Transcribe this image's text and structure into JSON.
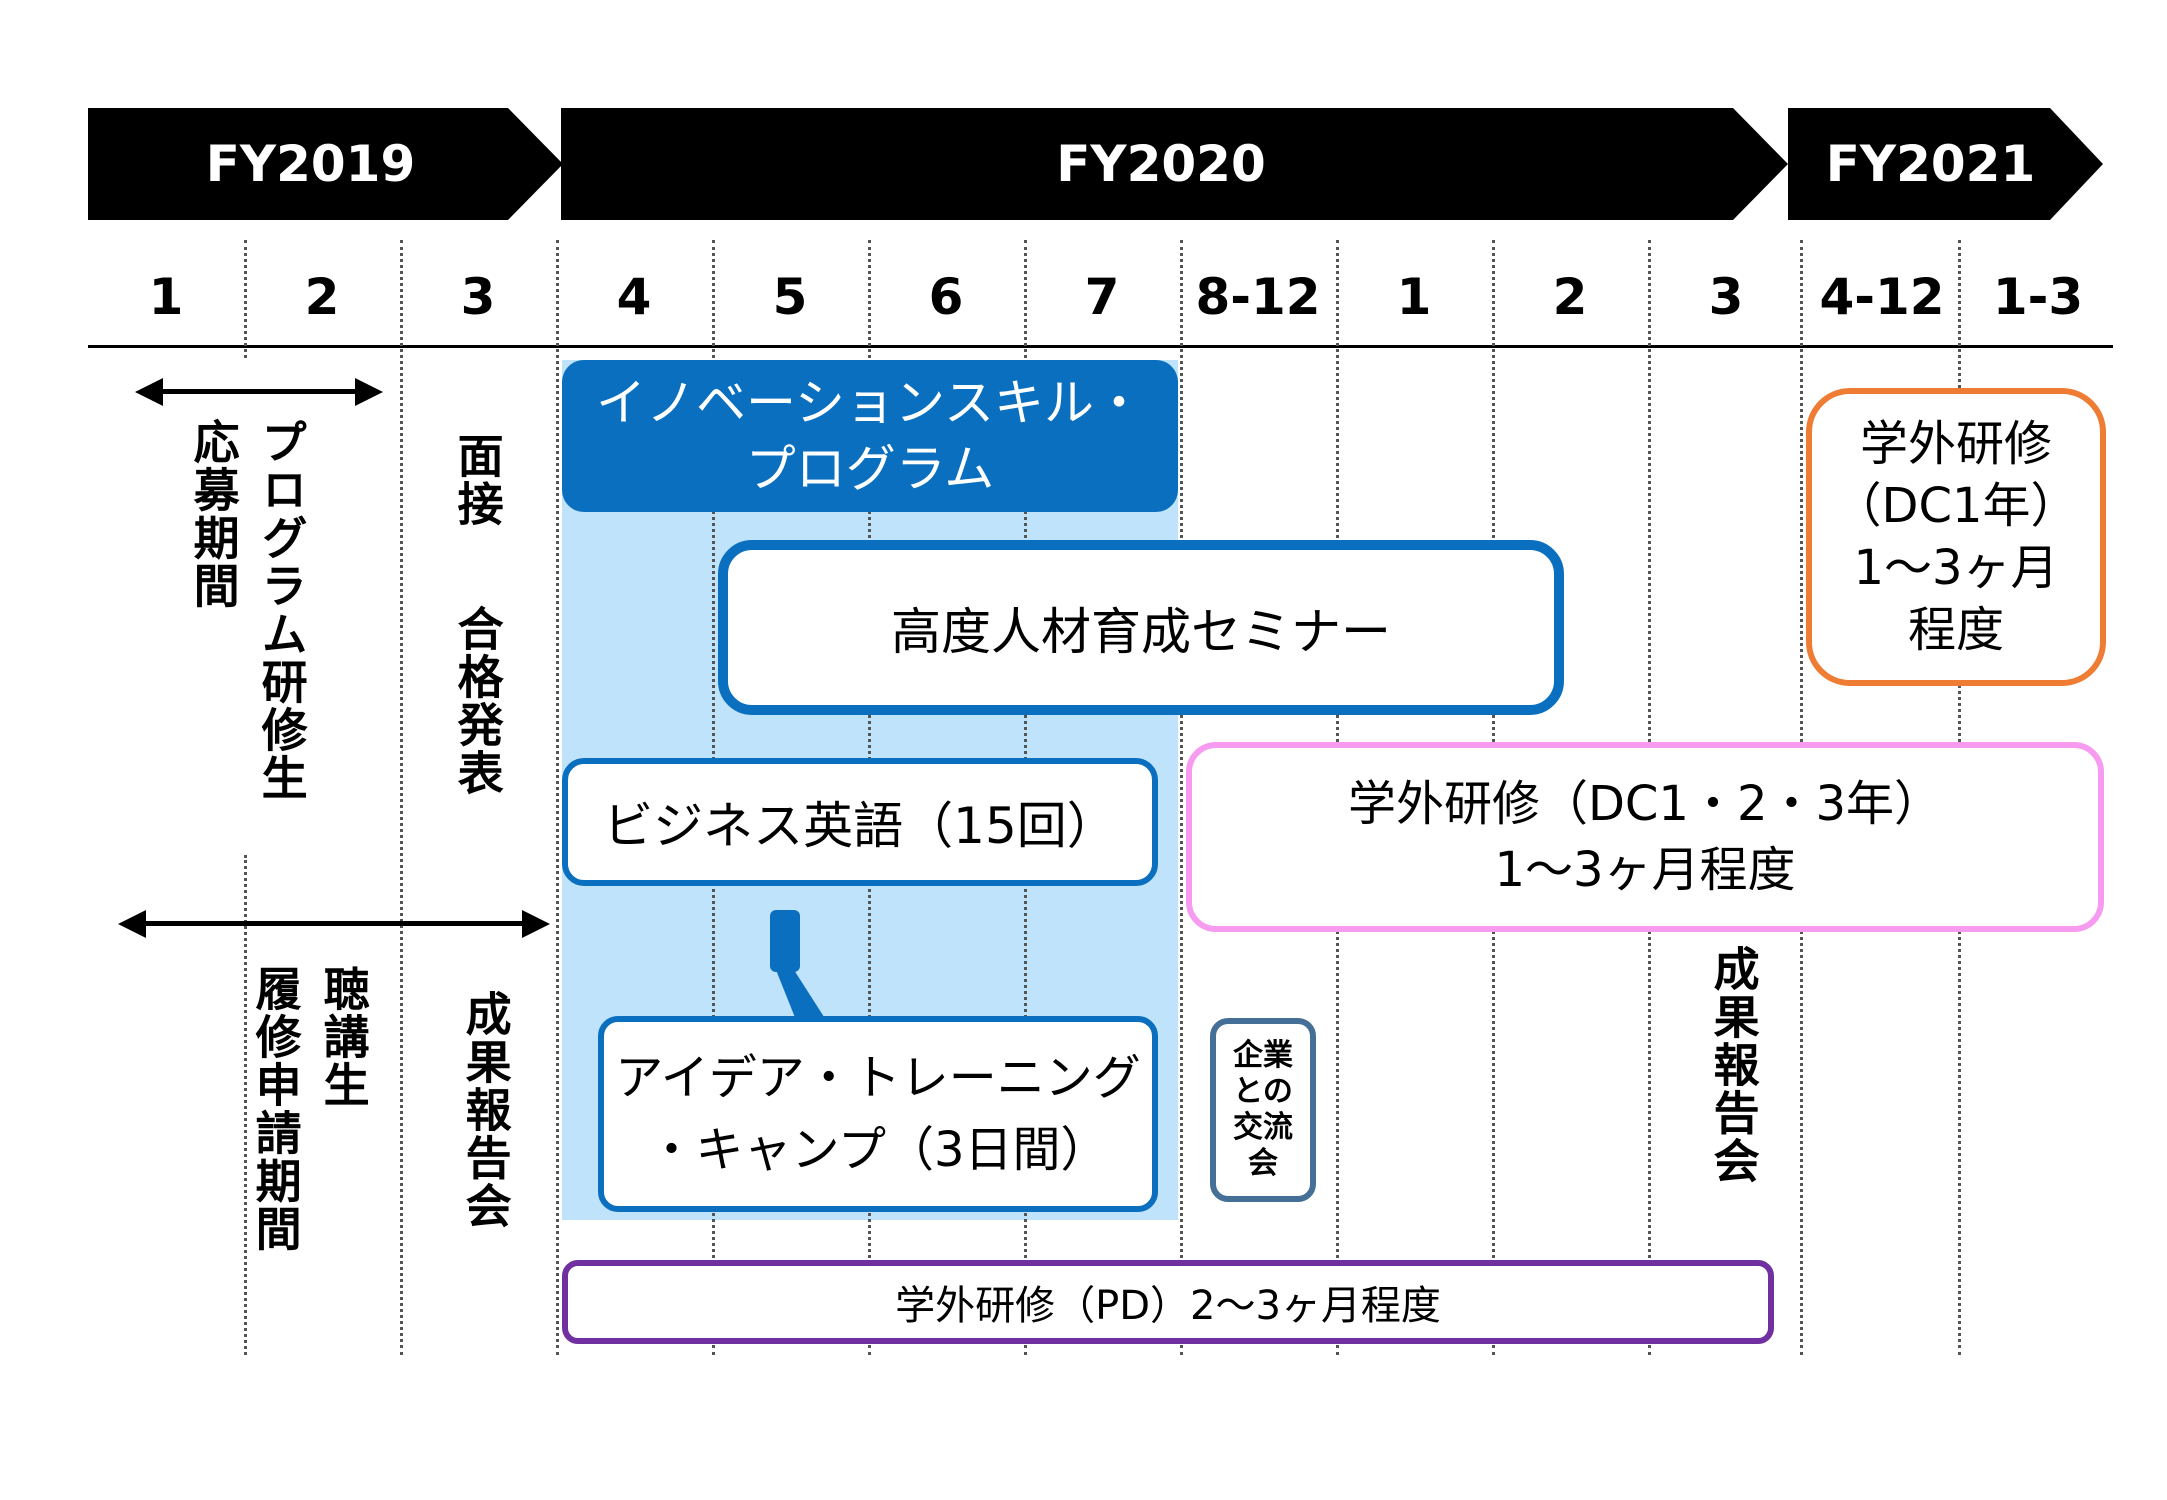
{
  "fiscal_years": [
    "FY2019",
    "FY2020",
    "FY2021"
  ],
  "months": [
    "1",
    "2",
    "3",
    "4",
    "5",
    "6",
    "7",
    "8-12",
    "1",
    "2",
    "3",
    "4-12",
    "1-3"
  ],
  "applications": {
    "program_students": "応募期間",
    "program_students_sub": "プログラム研修生",
    "interview": "面接",
    "result": "合格発表",
    "auditor_sub": "聴講生",
    "auditor": "履修申請期間",
    "report_2019": "成果報告会"
  },
  "activities": {
    "innovation_skill": "イノベーションスキル・プログラム",
    "innovation_line1": "イノベーションスキル・",
    "innovation_line2": "プログラム",
    "seminar": "高度人材育成セミナー",
    "business_english": "ビジネス英語（15回）",
    "idea_line1": "アイデア・トレーニング",
    "idea_line2": "・キャンプ（3日間）",
    "company": "企業との交流会",
    "company_l1": "企業",
    "company_l2": "との",
    "company_l3": "交流",
    "company_l4": "会",
    "external_dc_line1": "学外研修（DC1・2・3年）",
    "external_dc_line2": "1〜3ヶ月程度",
    "report_2020": "成果報告会",
    "external_dc1_line1": "学外研修",
    "external_dc1_line2": "（DC1年）",
    "external_dc1_line3": "1〜3ヶ月",
    "external_dc1_line4": "程度",
    "external_pd": "学外研修（PD）2〜3ヶ月程度"
  },
  "colors": {
    "banner": "#000000",
    "innovation_fill": "#0b6fc0",
    "shade": "#bfe3fa",
    "seminar_border": "#0b6fc0",
    "english_border": "#0b6fc0",
    "idea_border": "#0b6fc0",
    "company_border": "#466f97",
    "dc_border": "#f79bf0",
    "dc1_border": "#ee7c33",
    "pd_border": "#7030a0"
  }
}
